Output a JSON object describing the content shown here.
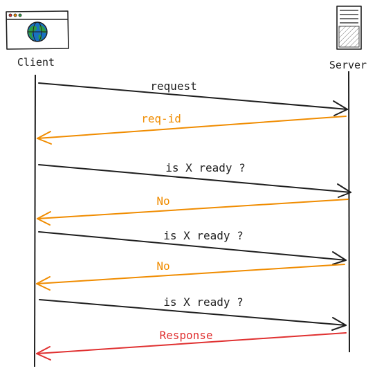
{
  "actors": {
    "client": {
      "label": "Client",
      "icon": "browser-window-globe-icon"
    },
    "server": {
      "label": "Server",
      "icon": "server-tower-icon"
    }
  },
  "messages": [
    {
      "label": "request",
      "from": "client",
      "to": "server",
      "color": "#1e1e1e"
    },
    {
      "label": "req-id",
      "from": "server",
      "to": "client",
      "color": "#f08c00"
    },
    {
      "label": "is X ready ?",
      "from": "client",
      "to": "server",
      "color": "#1e1e1e"
    },
    {
      "label": "No",
      "from": "server",
      "to": "client",
      "color": "#f08c00"
    },
    {
      "label": "is X ready ?",
      "from": "client",
      "to": "server",
      "color": "#1e1e1e"
    },
    {
      "label": "No",
      "from": "server",
      "to": "client",
      "color": "#f08c00"
    },
    {
      "label": "is X ready ?",
      "from": "client",
      "to": "server",
      "color": "#1e1e1e"
    },
    {
      "label": "Response",
      "from": "server",
      "to": "client",
      "color": "#e03131"
    }
  ],
  "colors": {
    "ink": "#1e1e1e",
    "globe": "#1971c2",
    "land": "#2f9e44",
    "dot_red": "#e03131",
    "dot_yellow": "#f08c00",
    "dot_green": "#2f9e44"
  }
}
